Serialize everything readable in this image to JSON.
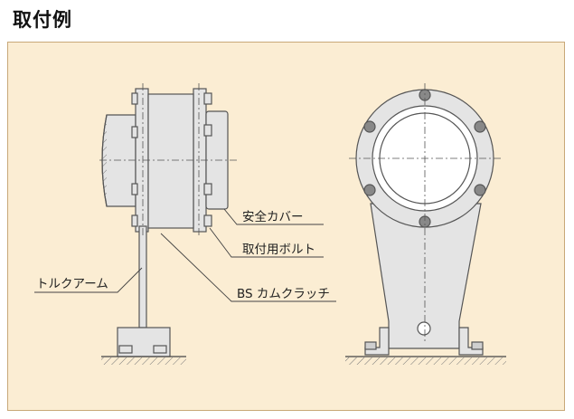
{
  "title": "取付例",
  "colors": {
    "panel_bg": "#fbedd3",
    "panel_border": "#c8a878",
    "body_fill": "#e4e4e4",
    "stroke": "#555555"
  },
  "labels": {
    "safety_cover": "安全カバー",
    "mount_bolt": "取付用ボルト",
    "cam_clutch": "BS カムクラッチ",
    "torque_arm": "トルクアーム"
  }
}
